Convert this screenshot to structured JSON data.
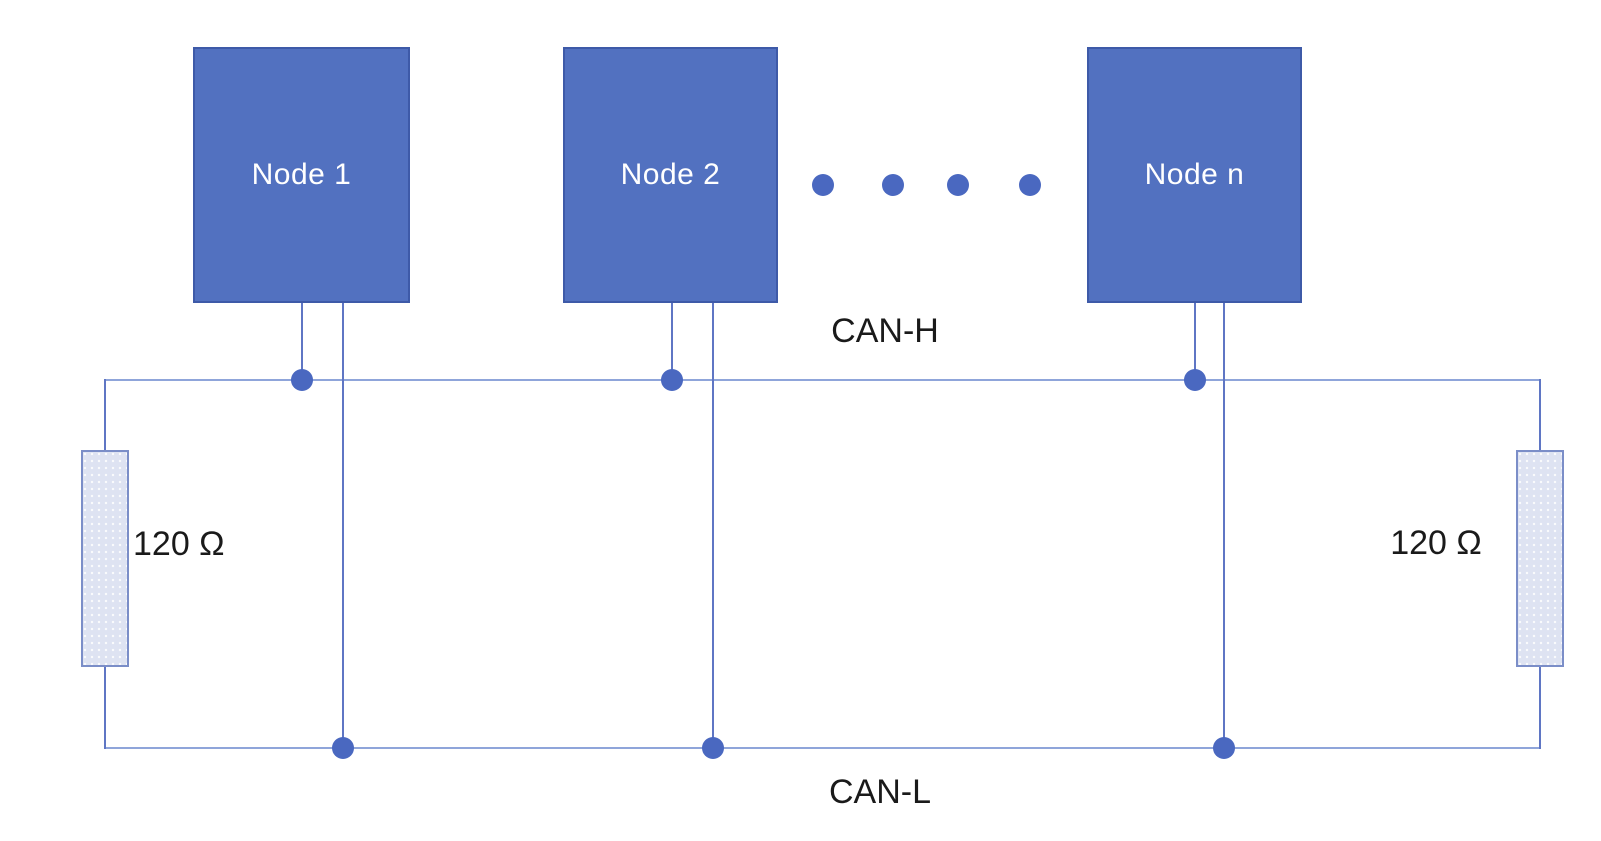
{
  "nodes": [
    {
      "label": "Node 1"
    },
    {
      "label": "Node 2"
    },
    {
      "label": "Node n"
    }
  ],
  "ellipsis": {
    "dot_count": 4
  },
  "bus": {
    "can_h_label": "CAN-H",
    "can_l_label": "CAN-L"
  },
  "terminators": {
    "left_label": "120 Ω",
    "right_label": "120 Ω"
  },
  "colors": {
    "node_fill": "#5271C0",
    "node_border": "#3E5AA8",
    "node_text": "#FFFFFF",
    "wire_light": "#8FA5DA",
    "wire_dark": "#5F76C4",
    "junction_dot": "#4A68C0",
    "resistor_fill": "#DEE3F2",
    "resistor_border": "#7B8EC8",
    "label_text": "#1A1A1A",
    "background": "#FFFFFF"
  }
}
